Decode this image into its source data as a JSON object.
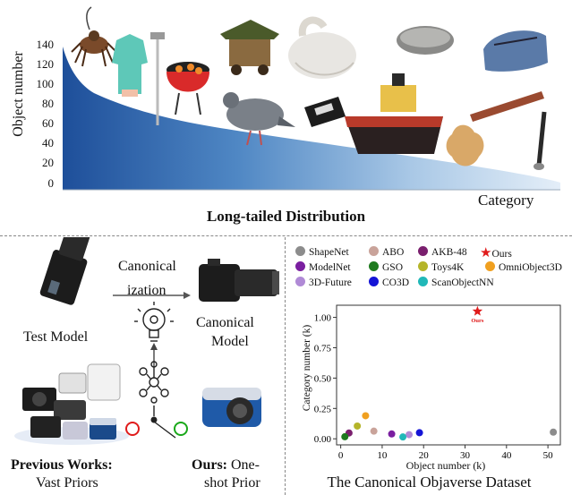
{
  "top": {
    "y_label": "Object number",
    "y_ticks": [
      "0",
      "20",
      "40",
      "60",
      "80",
      "100",
      "120",
      "140"
    ],
    "x_label": "Category",
    "title": "Long-tailed Distribution"
  },
  "left": {
    "test_model": "Test Model",
    "canonicalization_1": "Canonical",
    "canonicalization_2": "ization",
    "canonical_model_1": "Canonical",
    "canonical_model_2": "Model",
    "prev_bold": "Previous Works:",
    "prev_sub": "Vast Priors",
    "ours_bold": "Ours:",
    "ours_rest": "One-",
    "ours_sub": "shot Prior"
  },
  "right": {
    "title": "The Canonical Objaverse Dataset",
    "x_label": "Object number (k)",
    "y_label": "Category number (k)"
  },
  "chart_data": {
    "type": "scatter",
    "title": "The Canonical Objaverse Dataset",
    "xlabel": "Object number (k)",
    "ylabel": "Category number (k)",
    "xlim": [
      -1,
      53
    ],
    "ylim": [
      -0.05,
      1.1
    ],
    "x_ticks": [
      0,
      10,
      20,
      30,
      40,
      50
    ],
    "y_ticks": [
      "0.00",
      "0.25",
      "0.50",
      "0.75",
      "1.00"
    ],
    "legend_position": "top",
    "series": [
      {
        "name": "ShapeNet",
        "color": "#8c8c8c",
        "marker": "circle",
        "x": 51.3,
        "y": 0.055
      },
      {
        "name": "ABO",
        "color": "#c9a39a",
        "marker": "circle",
        "x": 8.0,
        "y": 0.063
      },
      {
        "name": "AKB-48",
        "color": "#7a1f6e",
        "marker": "circle",
        "x": 2.0,
        "y": 0.048
      },
      {
        "name": "Ours",
        "color": "#e01b1b",
        "marker": "star",
        "x": 33.0,
        "y": 1.05,
        "label": "Ours"
      },
      {
        "name": "ModelNet",
        "color": "#7a1fa0",
        "marker": "circle",
        "x": 12.3,
        "y": 0.04
      },
      {
        "name": "GSO",
        "color": "#1e7a1e",
        "marker": "circle",
        "x": 1.0,
        "y": 0.017
      },
      {
        "name": "Toys4K",
        "color": "#b5b52a",
        "marker": "circle",
        "x": 4.0,
        "y": 0.105
      },
      {
        "name": "OmniObject3D",
        "color": "#f0a020",
        "marker": "circle",
        "x": 6.0,
        "y": 0.19
      },
      {
        "name": "3D-Future",
        "color": "#b08ad6",
        "marker": "circle",
        "x": 16.5,
        "y": 0.034
      },
      {
        "name": "CO3D",
        "color": "#1414d6",
        "marker": "circle",
        "x": 19.0,
        "y": 0.05
      },
      {
        "name": "ScanObjectNN",
        "color": "#20b8b8",
        "marker": "circle",
        "x": 15.0,
        "y": 0.015
      }
    ]
  }
}
